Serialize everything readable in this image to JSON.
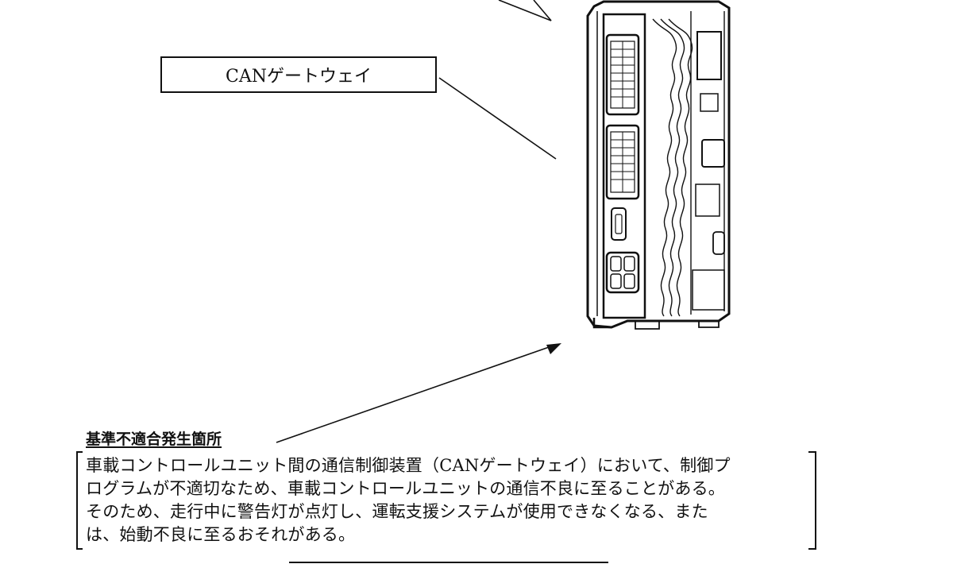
{
  "callout": {
    "label": "CANゲートウェイ"
  },
  "section": {
    "heading": "基準不適合発生箇所",
    "lines": [
      "車載コントロールユニット間の通信制御装置（CANゲートウェイ）において、制御プ",
      "ログラムが不適切なため、車載コントロールユニットの通信不良に至ることがある。",
      "そのため、走行中に警告灯が点灯し、運転支援システムが使用できなくなる、また",
      "は、始動不良に至るおそれがある。"
    ]
  },
  "colors": {
    "ink": "#111111",
    "background": "#ffffff"
  }
}
